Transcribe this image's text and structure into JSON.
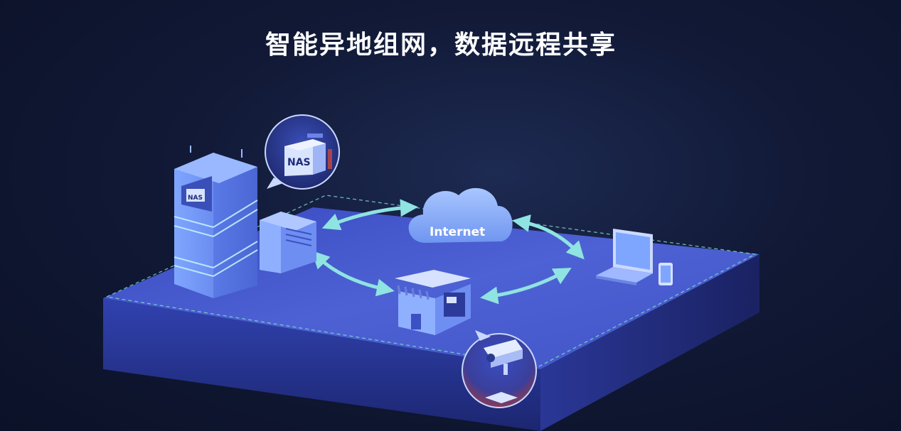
{
  "title": "智能异地组网，数据远程共享",
  "cloud": {
    "label": "Internet",
    "icon": "cloud-icon"
  },
  "nas_bubble": {
    "label": "NAS",
    "icon": "nas-server-icon"
  },
  "building_nas_label": "NAS",
  "nodes": [
    {
      "name": "office-building",
      "icon": "building-icon"
    },
    {
      "name": "warehouse",
      "icon": "warehouse-icon"
    },
    {
      "name": "shop",
      "icon": "storefront-icon"
    },
    {
      "name": "laptop",
      "icon": "laptop-icon"
    },
    {
      "name": "phone",
      "icon": "smartphone-icon"
    },
    {
      "name": "camera-bubble",
      "icon": "security-camera-icon"
    }
  ],
  "colors": {
    "platform_top": "#4a5fd6",
    "platform_side": "#2d3a9e",
    "arrow": "#8fe3e0",
    "dashed_border": "#7fe0c8",
    "cloud": "#7fa8ff"
  }
}
